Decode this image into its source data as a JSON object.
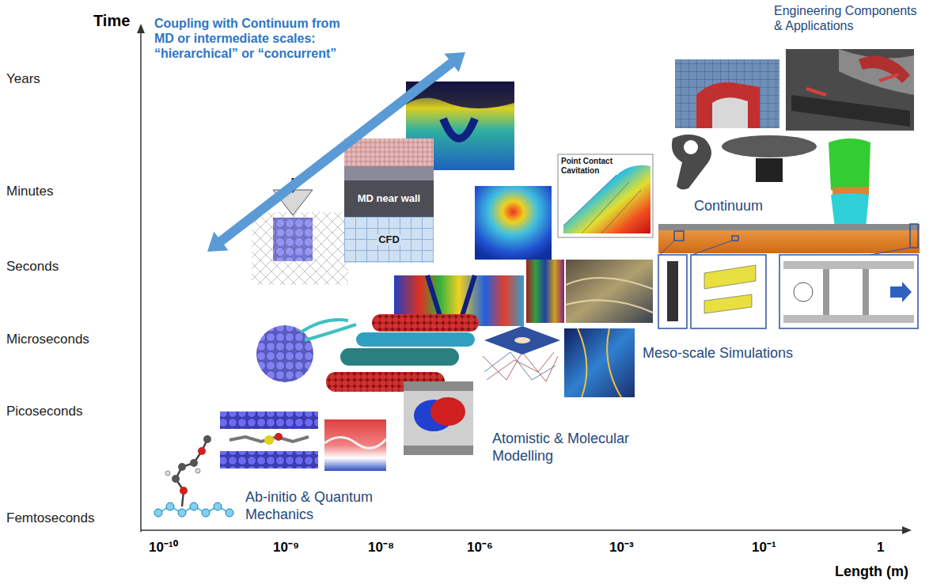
{
  "diagram": {
    "nodes": [
      {
        "text": [
          "MD near wall"
        ]
      },
      {
        "text": [
          "CFD"
        ]
      },
      {
        "text": [
          "Point Contact Cavitation"
        ]
      }
    ],
    "labels": [
      "Time",
      "Years",
      "Minutes",
      "Seconds",
      "Microseconds",
      "Picoseconds",
      "Femtoseconds",
      "10⁻¹⁰",
      "10⁻⁹",
      "10⁻⁸",
      "10⁻⁶",
      "10⁻³",
      "10⁻¹",
      "1",
      "Length (m)",
      "Coupling with Continuum from MD or intermediate scales: “hierarchical” or “concurrent”",
      "Engineering Components & Applications",
      "Continuum",
      "Meso-scale Simulations",
      "Atomistic & Molecular Modelling",
      "Ab-initio & Quantum Mechanics"
    ]
  }
}
